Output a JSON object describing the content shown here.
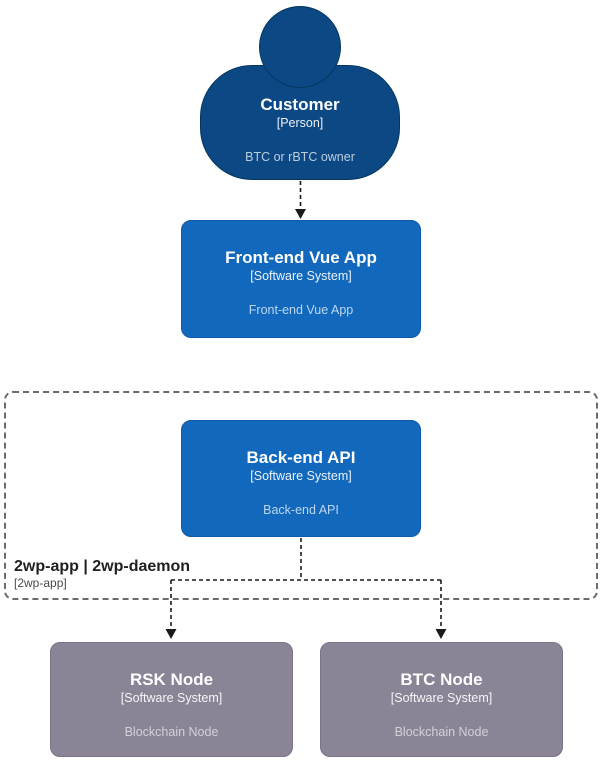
{
  "diagram": {
    "title_hint": "C4 system context diagram",
    "nodes": {
      "customer": {
        "title": "Customer",
        "type": "[Person]",
        "description": "BTC or rBTC owner"
      },
      "frontend": {
        "title": "Front-end Vue App",
        "type": "[Software System]",
        "description": "Front-end Vue App"
      },
      "backend": {
        "title": "Back-end API",
        "type": "[Software System]",
        "description": "Back-end API"
      },
      "rsk_node": {
        "title": "RSK Node",
        "type": "[Software System]",
        "description": "Blockchain Node"
      },
      "btc_node": {
        "title": "BTC Node",
        "type": "[Software System]",
        "description": "Blockchain Node"
      }
    },
    "boundary": {
      "title": "2wp-app | 2wp-daemon",
      "type": "[2wp-app]"
    },
    "edges": [
      {
        "from": "customer",
        "to": "frontend",
        "style": "dashed-arrow"
      },
      {
        "from": "backend",
        "to": "rsk_node",
        "style": "dashed-arrow"
      },
      {
        "from": "backend",
        "to": "btc_node",
        "style": "dashed-arrow"
      }
    ],
    "colors": {
      "person_fill": "#0b4884",
      "system_fill": "#1168bd",
      "blockchain_node_fill": "#8b8496",
      "boundary_border": "#6b6b6b",
      "edge_color": "#1a1a1a",
      "background": "#ffffff"
    }
  }
}
